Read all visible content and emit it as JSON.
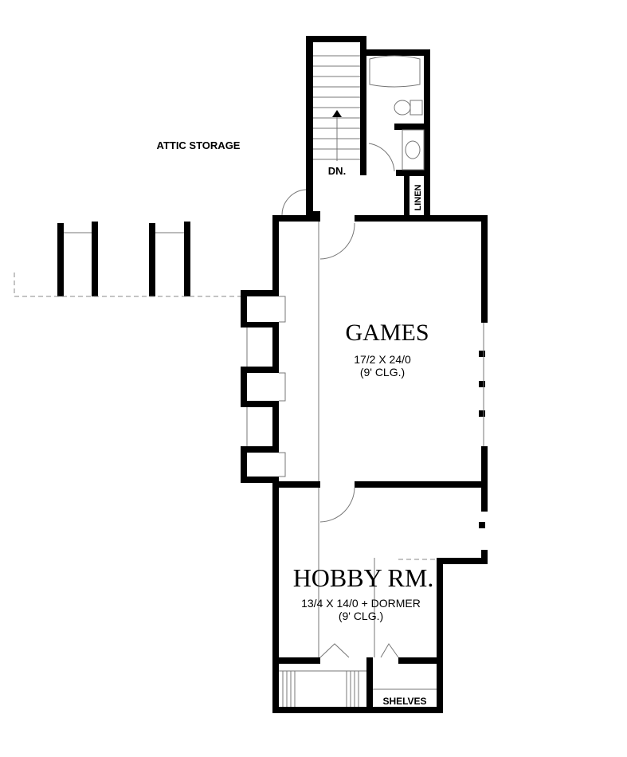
{
  "rooms": {
    "attic": {
      "name": "ATTIC STORAGE"
    },
    "games": {
      "name": "GAMES",
      "dimensions": "17/2 X 24/0",
      "ceiling": "(9' CLG.)"
    },
    "hobby": {
      "name": "HOBBY RM.",
      "dimensions": "13/4 X 14/0 + DORMER",
      "ceiling": "(9' CLG.)"
    },
    "stair": {
      "label": "DN."
    },
    "linen": {
      "label": "LINEN"
    },
    "shelves": {
      "label": "SHELVES"
    }
  },
  "colors": {
    "wall": "#000000",
    "background": "#ffffff"
  }
}
